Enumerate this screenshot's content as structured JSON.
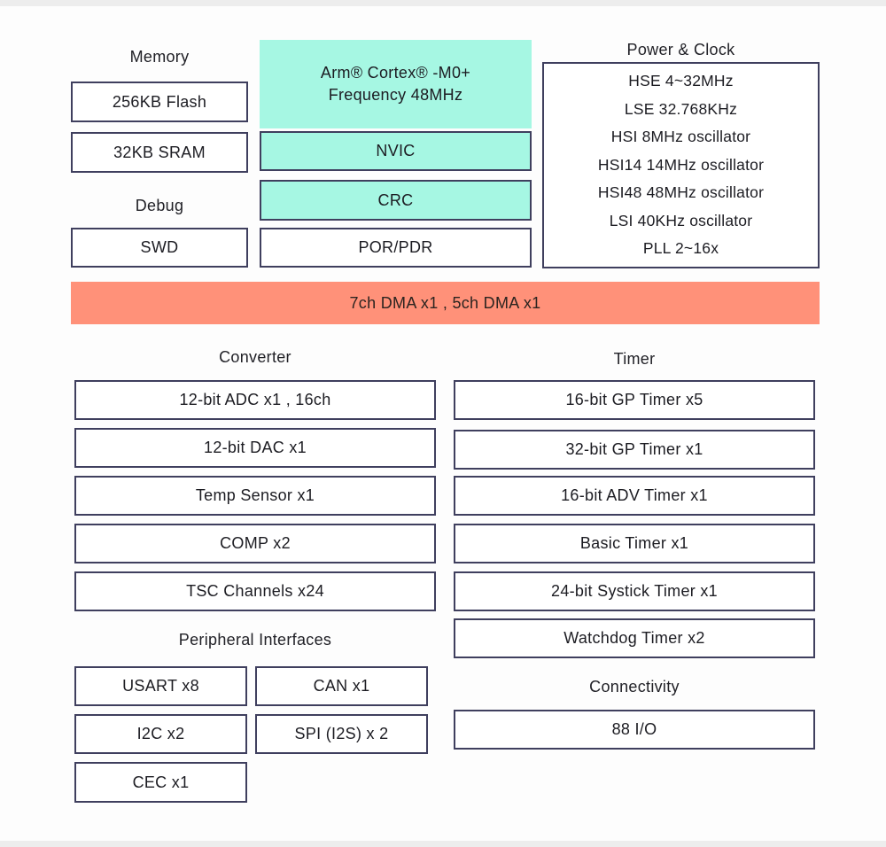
{
  "colors": {
    "mint": "#a6f7e3",
    "coral": "#ff9179",
    "box_border": "#3f3f5e",
    "text": "#1c1c22",
    "background": "#fdfdfd"
  },
  "memory": {
    "label": "Memory",
    "items": [
      "256KB Flash",
      "32KB SRAM"
    ]
  },
  "debug": {
    "label": "Debug",
    "items": [
      "SWD"
    ]
  },
  "cpu": {
    "title_line1": "Arm® Cortex® -M0+",
    "title_line2": "Frequency 48MHz",
    "blocks": [
      "NVIC",
      "CRC"
    ],
    "reset_block": "POR/PDR"
  },
  "power_clock": {
    "label": "Power & Clock",
    "items": [
      "HSE 4~32MHz",
      "LSE 32.768KHz",
      "HSI 8MHz oscillator",
      "HSI14 14MHz oscillator",
      "HSI48 48MHz oscillator",
      "LSI 40KHz oscillator",
      "PLL 2~16x"
    ]
  },
  "dma": {
    "label": "7ch DMA x1 , 5ch DMA x1"
  },
  "converter": {
    "label": "Converter",
    "items": [
      "12-bit ADC x1 , 16ch",
      "12-bit DAC x1",
      "Temp Sensor x1",
      "COMP x2",
      "TSC Channels x24"
    ]
  },
  "timer": {
    "label": "Timer",
    "items": [
      "16-bit GP Timer x5",
      "32-bit GP Timer x1",
      "16-bit ADV Timer x1",
      "Basic Timer x1",
      "24-bit Systick Timer x1",
      "Watchdog Timer x2"
    ]
  },
  "peripheral_interfaces": {
    "label": "Peripheral Interfaces",
    "items": [
      "USART x8",
      "CAN x1",
      "I2C x2",
      "SPI (I2S) x 2",
      "CEC x1"
    ]
  },
  "connectivity": {
    "label": "Connectivity",
    "items": [
      "88 I/O"
    ]
  }
}
